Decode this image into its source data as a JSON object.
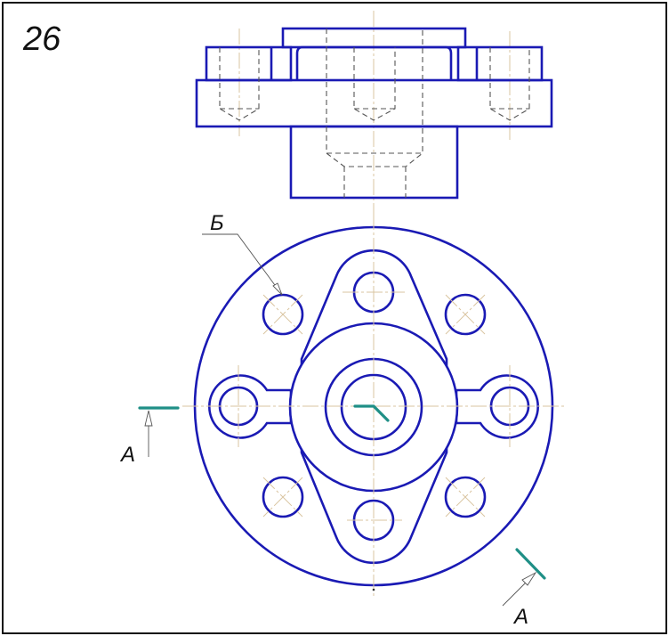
{
  "drawing": {
    "number": "26",
    "view_label": "Б",
    "section_label_left": "A",
    "section_label_right": "A",
    "colors": {
      "outline": "#1a1ab4",
      "section_line": "#1f8f86",
      "centerline": "#d9c4a0",
      "hidden_line": "#555555"
    }
  }
}
